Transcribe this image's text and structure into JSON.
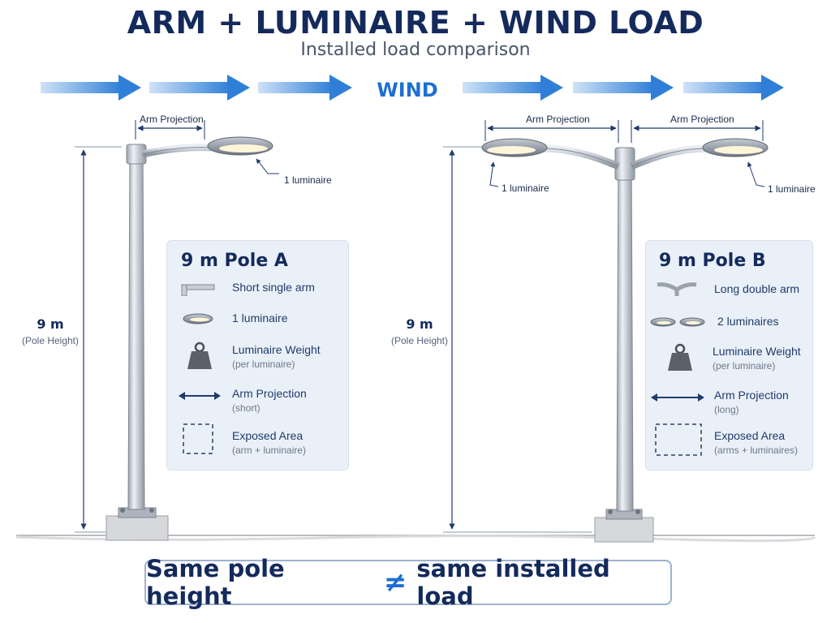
{
  "header": {
    "title": "ARM + LUMINAIRE + WIND LOAD",
    "subtitle": "Installed load comparison",
    "wind_label": "WIND"
  },
  "pole_a": {
    "arm_projection_label": "Arm Projection",
    "luminaire_callout": "1 luminaire",
    "height_value": "9 m",
    "height_caption": "(Pole Height)",
    "panel": {
      "title": "9 m Pole A",
      "rows": [
        {
          "icon": "single-arm-icon",
          "label": "Short single arm",
          "detail": ""
        },
        {
          "icon": "luminaire-icon",
          "label": "1 luminaire",
          "detail": ""
        },
        {
          "icon": "weight-icon",
          "label": "Luminaire Weight",
          "detail": "(per luminaire)"
        },
        {
          "icon": "double-arrow-icon",
          "label": "Arm Projection",
          "detail": "(short)"
        },
        {
          "icon": "dashed-box-icon",
          "label": "Exposed Area",
          "detail": "(arm + luminaire)"
        }
      ]
    }
  },
  "pole_b": {
    "arm_projection_label_left": "Arm Projection",
    "arm_projection_label_right": "Arm Projection",
    "luminaire_callout_left": "1 luminaire",
    "luminaire_callout_right": "1 luminaire",
    "height_value": "9 m",
    "height_caption": "(Pole Height)",
    "panel": {
      "title": "9 m Pole B",
      "rows": [
        {
          "icon": "double-arm-icon",
          "label": "Long double arm",
          "detail": ""
        },
        {
          "icon": "two-luminaires-icon",
          "label": "2 luminaires",
          "detail": ""
        },
        {
          "icon": "weight-icon",
          "label": "Luminaire Weight",
          "detail": "(per luminaire)"
        },
        {
          "icon": "double-arrow-icon",
          "label": "Arm Projection",
          "detail": "(long)"
        },
        {
          "icon": "dashed-box-icon",
          "label": "Exposed Area",
          "detail": "(arms + luminaires)"
        }
      ]
    }
  },
  "footer": {
    "left": "Same pole height",
    "symbol": "≠",
    "right": "same installed load"
  },
  "colors": {
    "title": "#142a5c",
    "wind": "#1e6fd0",
    "panel_bg": "#eaf0f8",
    "pole": "#c9ced6"
  }
}
